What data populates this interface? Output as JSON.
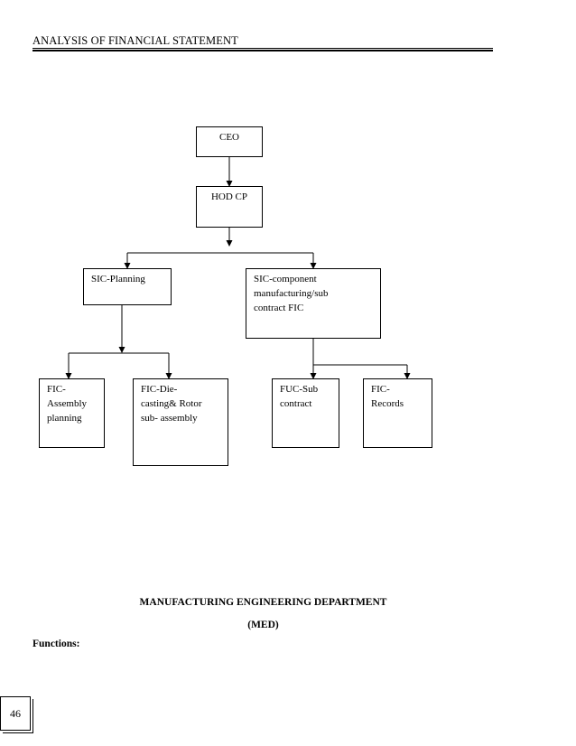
{
  "header": {
    "title": "ANALYSIS OF FINANCIAL STATEMENT"
  },
  "org_chart": {
    "ceo": {
      "lines": [
        "CEO"
      ]
    },
    "hod": {
      "lines": [
        "HOD CP"
      ]
    },
    "sic_planning": {
      "lines": [
        "SIC-Planning"
      ]
    },
    "sic_component": {
      "lines": [
        "SIC-component",
        "manufacturing/sub",
        "contract FIC"
      ]
    },
    "fic_assembly": {
      "lines": [
        "FIC-",
        "Assembly",
        "planning"
      ]
    },
    "fic_die": {
      "lines": [
        "FIC-Die-",
        "casting& Rotor",
        "sub- assembly"
      ]
    },
    "fuc_sub": {
      "lines": [
        "FUC-Sub",
        "contract"
      ]
    },
    "fic_records": {
      "lines": [
        "FIC-",
        "Records"
      ]
    }
  },
  "department": {
    "title": "MANUFACTURING ENGINEERING DEPARTMENT",
    "abbrev": "(MED)",
    "functions_label": "Functions:"
  },
  "page": {
    "number": "46"
  }
}
